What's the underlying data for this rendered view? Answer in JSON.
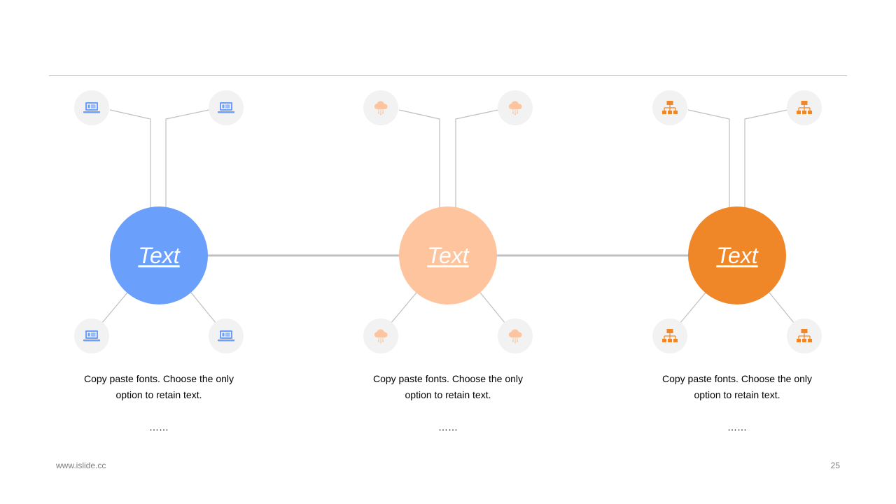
{
  "colors": {
    "blue": "#6b9ffc",
    "peach": "#fdc49e",
    "orange": "#ef8628",
    "line": "#bfbfbf",
    "node_bg": "#f2f2f2"
  },
  "groups": [
    {
      "label": "Text",
      "icon": "laptop-icon",
      "description_line1": "Copy paste fonts. Choose the only",
      "description_line2": "option to retain text.",
      "ellipsis": "……"
    },
    {
      "label": "Text",
      "icon": "cloud-network-icon",
      "description_line1": "Copy paste fonts. Choose the only",
      "description_line2": "option to retain text.",
      "ellipsis": "……"
    },
    {
      "label": "Text",
      "icon": "org-chart-icon",
      "description_line1": "Copy paste fonts. Choose the only",
      "description_line2": "option to retain text.",
      "ellipsis": "……"
    }
  ],
  "footer": {
    "url": "www.islide.cc",
    "page": "25"
  }
}
